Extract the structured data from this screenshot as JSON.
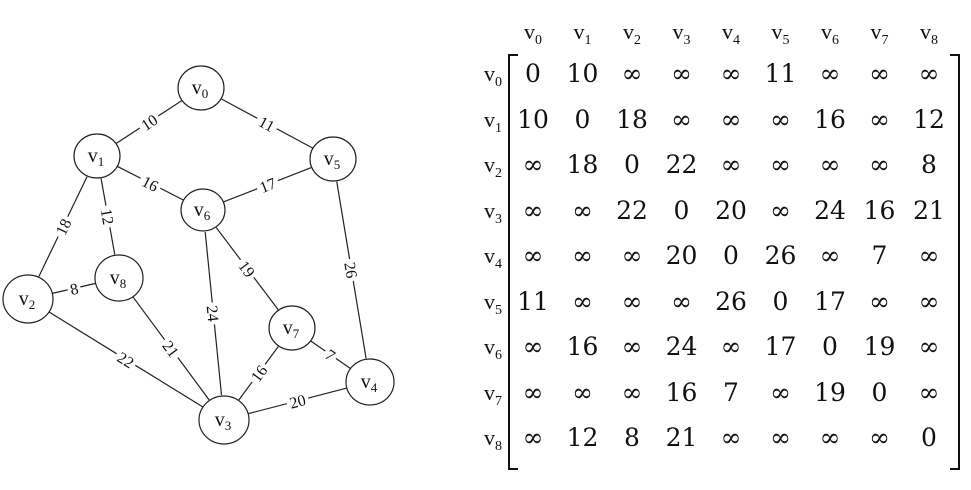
{
  "graph": {
    "nodes": [
      {
        "id": "v0",
        "base": "v",
        "sub": "0"
      },
      {
        "id": "v1",
        "base": "v",
        "sub": "1"
      },
      {
        "id": "v2",
        "base": "v",
        "sub": "2"
      },
      {
        "id": "v3",
        "base": "v",
        "sub": "3"
      },
      {
        "id": "v4",
        "base": "v",
        "sub": "4"
      },
      {
        "id": "v5",
        "base": "v",
        "sub": "5"
      },
      {
        "id": "v6",
        "base": "v",
        "sub": "6"
      },
      {
        "id": "v7",
        "base": "v",
        "sub": "7"
      },
      {
        "id": "v8",
        "base": "v",
        "sub": "8"
      }
    ],
    "edges": [
      {
        "from": "v0",
        "to": "v1",
        "weight": "10"
      },
      {
        "from": "v0",
        "to": "v5",
        "weight": "11"
      },
      {
        "from": "v1",
        "to": "v6",
        "weight": "16"
      },
      {
        "from": "v6",
        "to": "v5",
        "weight": "17"
      },
      {
        "from": "v1",
        "to": "v2",
        "weight": "18"
      },
      {
        "from": "v1",
        "to": "v8",
        "weight": "12"
      },
      {
        "from": "v2",
        "to": "v8",
        "weight": "8"
      },
      {
        "from": "v6",
        "to": "v7",
        "weight": "19"
      },
      {
        "from": "v6",
        "to": "v3",
        "weight": "24"
      },
      {
        "from": "v5",
        "to": "v4",
        "weight": "26"
      },
      {
        "from": "v8",
        "to": "v3",
        "weight": "21"
      },
      {
        "from": "v2",
        "to": "v3",
        "weight": "22"
      },
      {
        "from": "v7",
        "to": "v3",
        "weight": "16"
      },
      {
        "from": "v7",
        "to": "v4",
        "weight": "7"
      },
      {
        "from": "v3",
        "to": "v4",
        "weight": "20"
      }
    ]
  },
  "matrix": {
    "labels": [
      {
        "base": "v",
        "sub": "0"
      },
      {
        "base": "v",
        "sub": "1"
      },
      {
        "base": "v",
        "sub": "2"
      },
      {
        "base": "v",
        "sub": "3"
      },
      {
        "base": "v",
        "sub": "4"
      },
      {
        "base": "v",
        "sub": "5"
      },
      {
        "base": "v",
        "sub": "6"
      },
      {
        "base": "v",
        "sub": "7"
      },
      {
        "base": "v",
        "sub": "8"
      }
    ],
    "rows": [
      [
        "0",
        "10",
        "∞",
        "∞",
        "∞",
        "11",
        "∞",
        "∞",
        "∞"
      ],
      [
        "10",
        "0",
        "18",
        "∞",
        "∞",
        "∞",
        "16",
        "∞",
        "12"
      ],
      [
        "∞",
        "18",
        "0",
        "22",
        "∞",
        "∞",
        "∞",
        "∞",
        "8"
      ],
      [
        "∞",
        "∞",
        "22",
        "0",
        "20",
        "∞",
        "24",
        "16",
        "21"
      ],
      [
        "∞",
        "∞",
        "∞",
        "20",
        "0",
        "26",
        "∞",
        "7",
        "∞"
      ],
      [
        "11",
        "∞",
        "∞",
        "∞",
        "26",
        "0",
        "17",
        "∞",
        "∞"
      ],
      [
        "∞",
        "16",
        "∞",
        "24",
        "∞",
        "17",
        "0",
        "19",
        "∞"
      ],
      [
        "∞",
        "∞",
        "∞",
        "16",
        "7",
        "∞",
        "19",
        "0",
        "∞"
      ],
      [
        "∞",
        "12",
        "8",
        "21",
        "∞",
        "∞",
        "∞",
        "∞",
        "0"
      ]
    ]
  }
}
